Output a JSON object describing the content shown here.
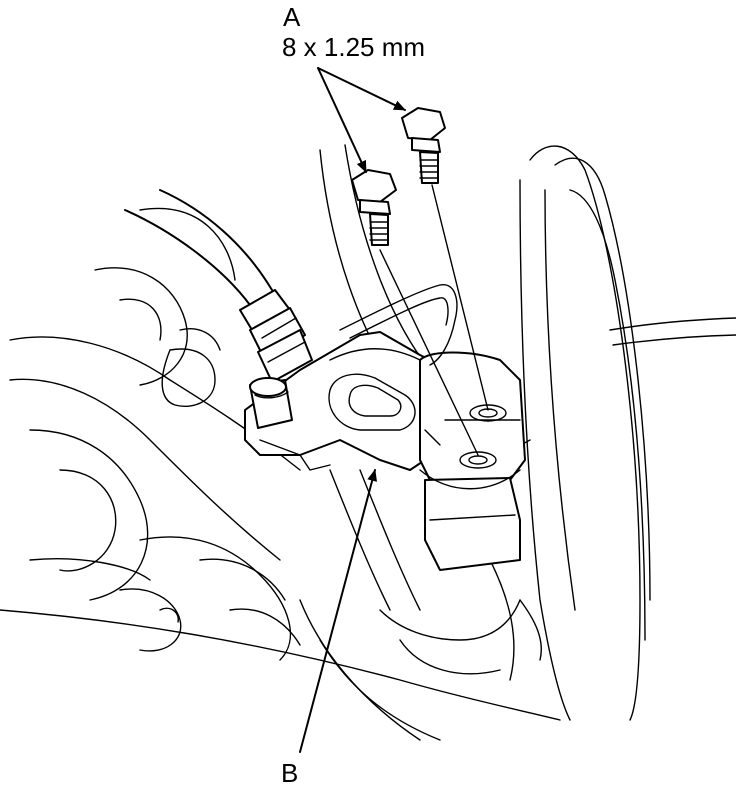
{
  "labels": {
    "a": "A",
    "a_spec": "8 x 1.25 mm",
    "b": "B"
  },
  "colors": {
    "line": "#000000",
    "background": "#ffffff"
  }
}
